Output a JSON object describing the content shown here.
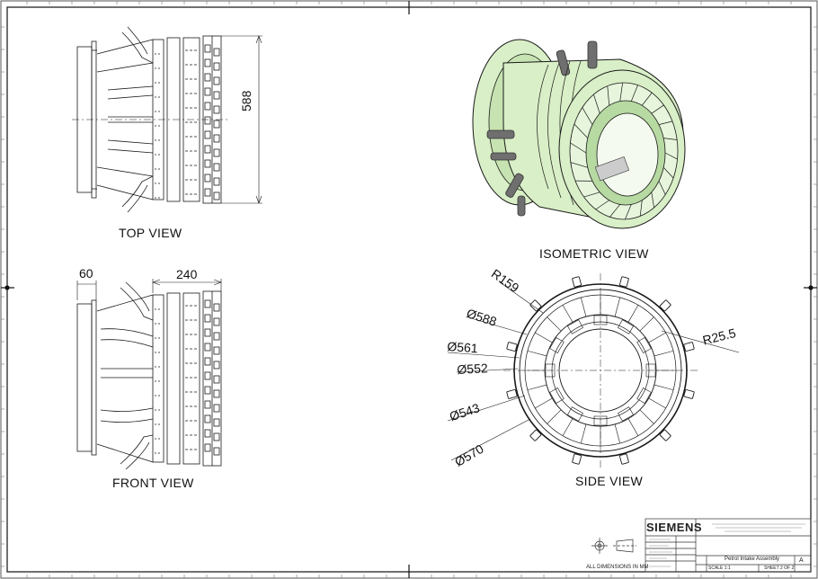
{
  "drawing": {
    "views": {
      "top": "TOP VIEW",
      "front": "FRONT VIEW",
      "isometric": "ISOMETRIC VIEW",
      "side": "SIDE VIEW"
    },
    "dimensions": {
      "top_height": "588",
      "front_flange": "60",
      "front_length": "240",
      "side_r159": "R159",
      "side_d588": "Ø588",
      "side_d561": "Ø561",
      "side_d552": "Ø552",
      "side_d543": "Ø543",
      "side_d570": "Ø570",
      "side_r25": "R25.5"
    },
    "title_block": {
      "company": "SIEMENS",
      "title": "Petrol Intake Assembly",
      "units_note": "ALL DIMENSIONS IN MM",
      "sheet": "SHEET 2 OF 2",
      "scale": "SCALE 1:1",
      "revision": "A"
    },
    "colors": {
      "line": "#1a1a1a",
      "model_fill": "#d9efc7",
      "model_dark": "#9fc792",
      "pipe": "#707070"
    }
  }
}
